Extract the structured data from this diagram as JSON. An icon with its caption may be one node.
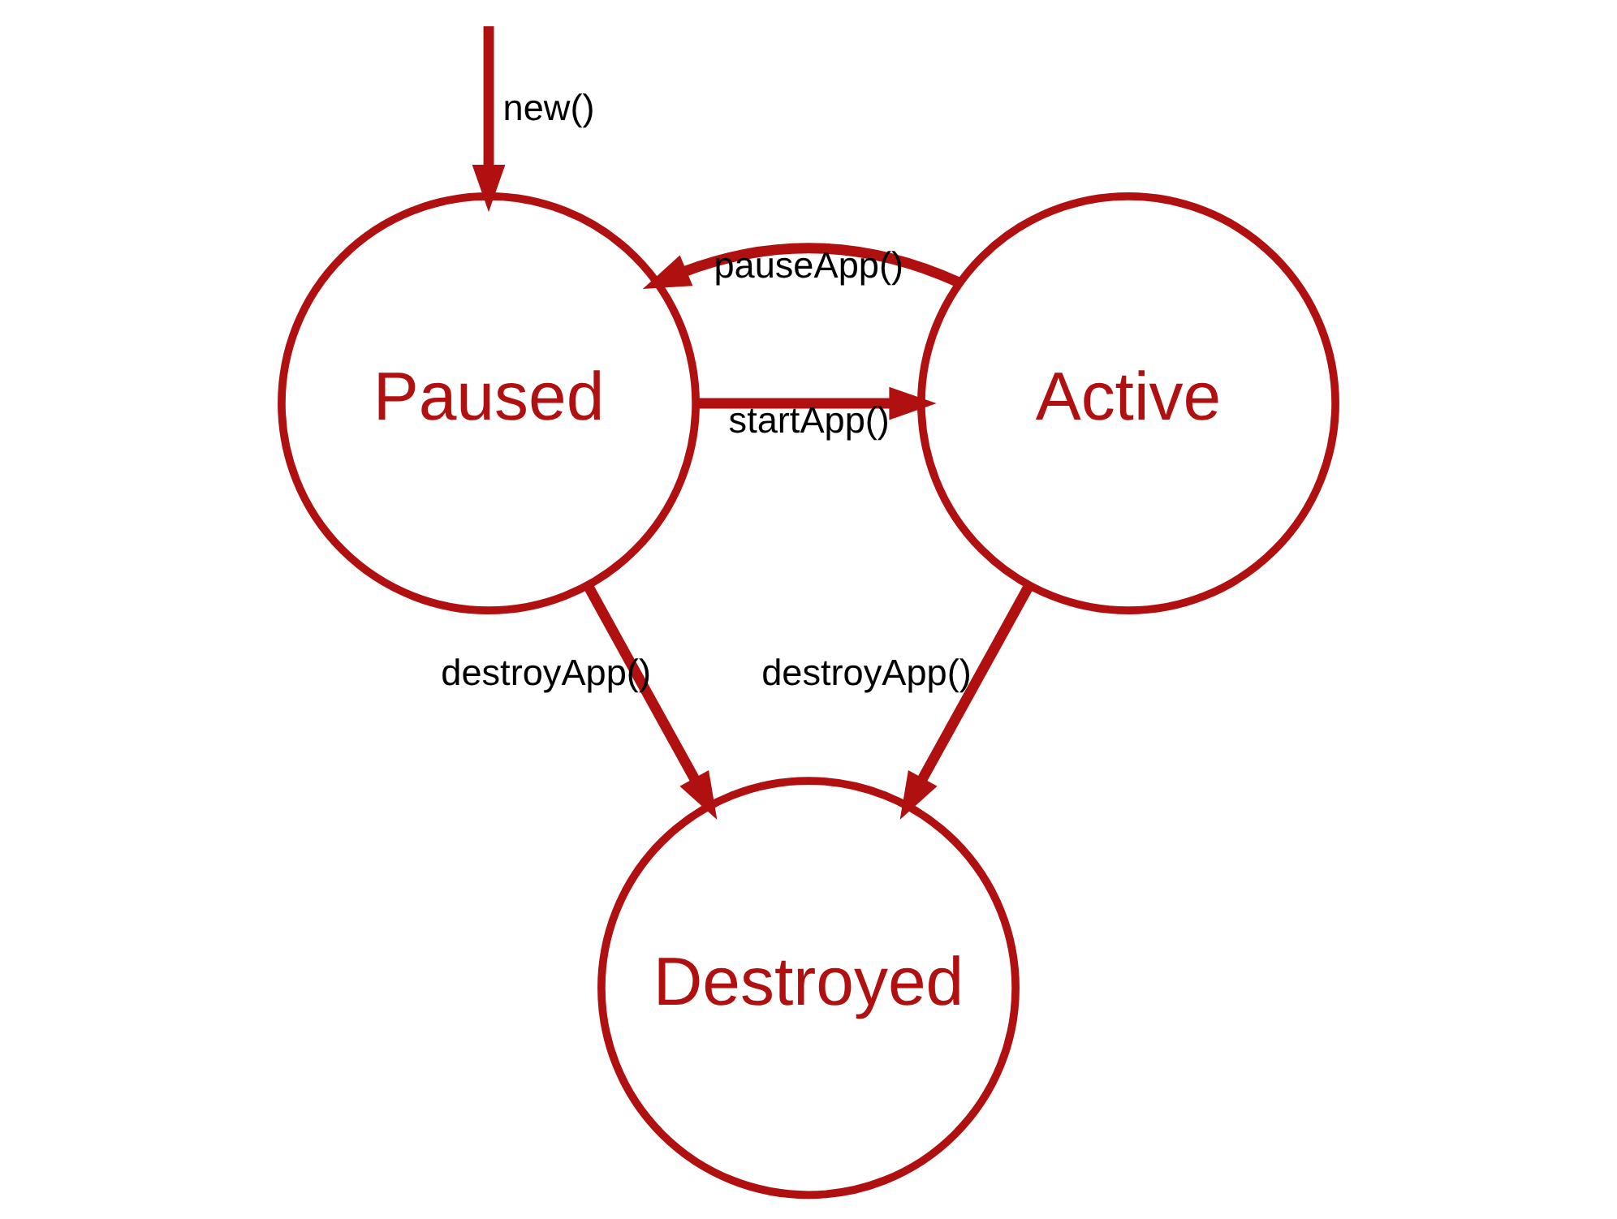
{
  "diagram": {
    "nodes": [
      {
        "text": [
          "Paused"
        ]
      },
      {
        "text": [
          "Active"
        ]
      },
      {
        "text": [
          "Destroyed"
        ]
      }
    ],
    "edges": [
      {
        "from": null,
        "to": 0,
        "arrow": "to",
        "label": "new()"
      },
      {
        "from": 0,
        "to": 1,
        "arrow": "to",
        "label": "startApp()"
      },
      {
        "from": 1,
        "to": 0,
        "arrow": "to",
        "label": "pauseApp()"
      },
      {
        "from": 0,
        "to": 2,
        "arrow": "to",
        "label": "destroyApp()"
      },
      {
        "from": 1,
        "to": 2,
        "arrow": "to",
        "label": "destroyApp()"
      }
    ]
  }
}
